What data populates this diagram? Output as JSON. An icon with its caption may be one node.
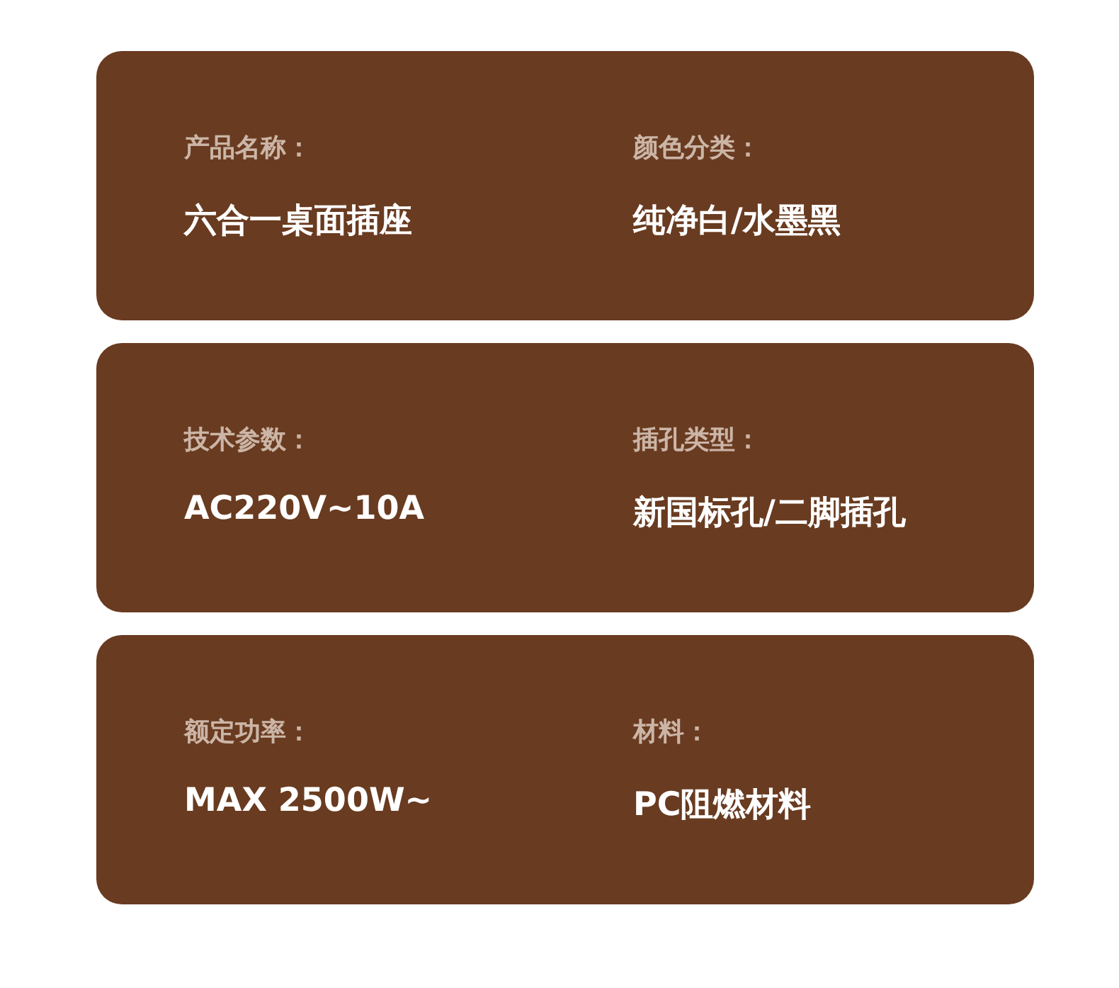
{
  "diagram": {
    "nodes": [
      {
        "text": [
          "产品名称：",
          "六合一桌面插座",
          "颜色分类：",
          "纯净白/水墨黑"
        ]
      },
      {
        "text": [
          "技术参数：",
          "AC220V~10A",
          "插孔类型：",
          "新国标孔/二脚插孔"
        ]
      },
      {
        "text": [
          "额定功率：",
          "MAX 2500W~",
          "材料：",
          "PC阻燃材料"
        ]
      }
    ],
    "edges": []
  }
}
